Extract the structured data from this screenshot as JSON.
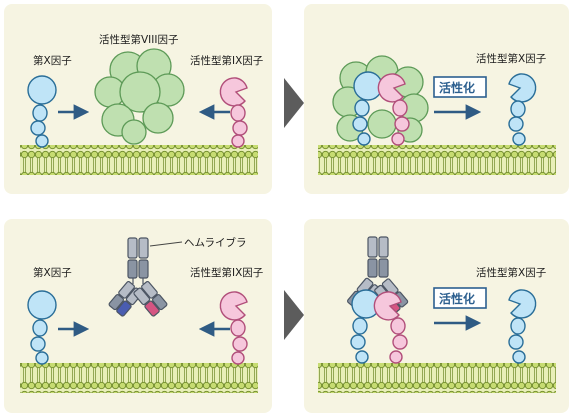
{
  "colors": {
    "panel_bg": "#f6f4e2",
    "membrane_fill": "#d6e68a",
    "membrane_head": "#b7cf5a",
    "membrane_outline": "#6f8a2a",
    "factor_x": "#bfe4f7",
    "factor_ixa": "#f6c7dc",
    "factor_viiia": "#bfe0b0",
    "antibody_gray": "#b6bcc6",
    "antibody_dark": "#8a94a3",
    "antibody_blue": "#4a5db0",
    "antibody_pink": "#d55582",
    "arrow": "#2f5b84",
    "chevron": "#5c5c5c"
  },
  "panels": {
    "top_left": {
      "factor_x": "第X因子",
      "factor_viiia": "活性型第VIII因子",
      "factor_ixa": "活性型第IX因子"
    },
    "top_right": {
      "activation": "活性化",
      "factor_xa": "活性型第X因子"
    },
    "bottom_left": {
      "factor_x": "第X因子",
      "hemlibra": "ヘムライブラ",
      "factor_ixa": "活性型第IX因子"
    },
    "bottom_right": {
      "activation": "活性化",
      "factor_xa": "活性型第X因子"
    }
  }
}
